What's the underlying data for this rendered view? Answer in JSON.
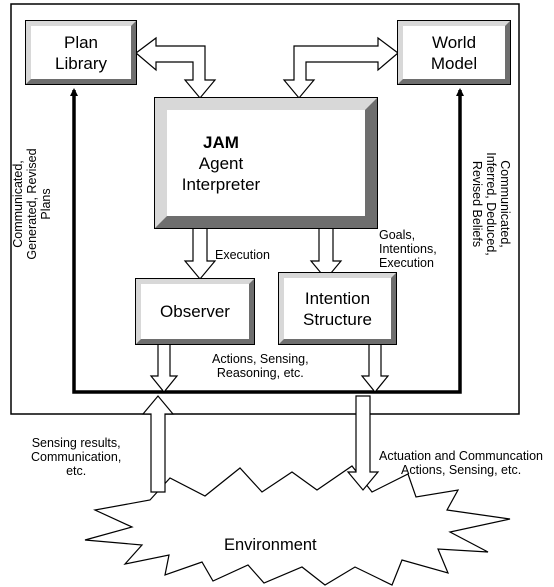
{
  "boxes": {
    "plan_library": [
      "Plan",
      "Library"
    ],
    "world_model": [
      "World",
      "Model"
    ],
    "interpreter": {
      "title": "JAM",
      "lines": [
        "Agent",
        "Interpreter"
      ]
    },
    "observer": "Observer",
    "intention_structure": [
      "Intention",
      "Structure"
    ]
  },
  "labels": {
    "execution": "Execution",
    "goals": [
      "Goals,",
      "Intentions,",
      "Execution"
    ],
    "actions": [
      "Actions, Sensing,",
      "Reasoning, etc."
    ],
    "sensing_results": [
      "Sensing results,",
      "Communication,",
      "etc."
    ],
    "actuation": [
      "Actuation and Communcation",
      "Actions, Sensing, etc."
    ],
    "plans_side": [
      "Communicated,",
      "Generated, Revised",
      "Plans"
    ],
    "beliefs_side": [
      "Communicated,",
      "Inferred, Deduced,",
      "Revised Beliefs"
    ]
  },
  "environment": "Environment"
}
